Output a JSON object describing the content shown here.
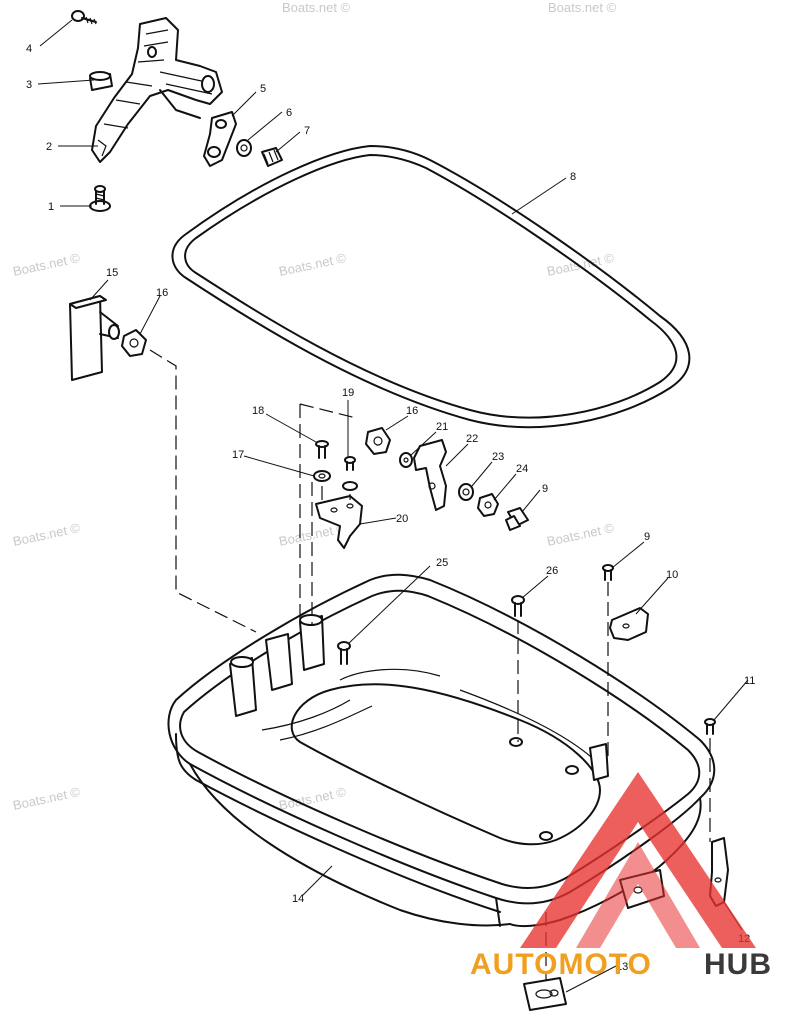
{
  "watermark": {
    "text": "Boats.net ©",
    "color": "#c9c9c9"
  },
  "logo": {
    "part1": "AUTOMOTO",
    "part2": "HUB",
    "color_primary": "#e8322f",
    "color_accent": "#f0a020",
    "color_dark": "#3a3a3a"
  },
  "callouts": [
    {
      "id": "4",
      "label": "4"
    },
    {
      "id": "3",
      "label": "3"
    },
    {
      "id": "5",
      "label": "5"
    },
    {
      "id": "6",
      "label": "6"
    },
    {
      "id": "7",
      "label": "7"
    },
    {
      "id": "2",
      "label": "2"
    },
    {
      "id": "1",
      "label": "1"
    },
    {
      "id": "8",
      "label": "8"
    },
    {
      "id": "15",
      "label": "15"
    },
    {
      "id": "16a",
      "label": "16"
    },
    {
      "id": "19",
      "label": "19"
    },
    {
      "id": "18",
      "label": "18"
    },
    {
      "id": "16b",
      "label": "16"
    },
    {
      "id": "21",
      "label": "21"
    },
    {
      "id": "22",
      "label": "22"
    },
    {
      "id": "17",
      "label": "17"
    },
    {
      "id": "23",
      "label": "23"
    },
    {
      "id": "24",
      "label": "24"
    },
    {
      "id": "9a",
      "label": "9"
    },
    {
      "id": "20",
      "label": "20"
    },
    {
      "id": "25",
      "label": "25"
    },
    {
      "id": "26",
      "label": "26"
    },
    {
      "id": "9b",
      "label": "9"
    },
    {
      "id": "10",
      "label": "10"
    },
    {
      "id": "11",
      "label": "11"
    },
    {
      "id": "14",
      "label": "14"
    },
    {
      "id": "12",
      "label": "12"
    },
    {
      "id": "13",
      "label": "13"
    }
  ]
}
